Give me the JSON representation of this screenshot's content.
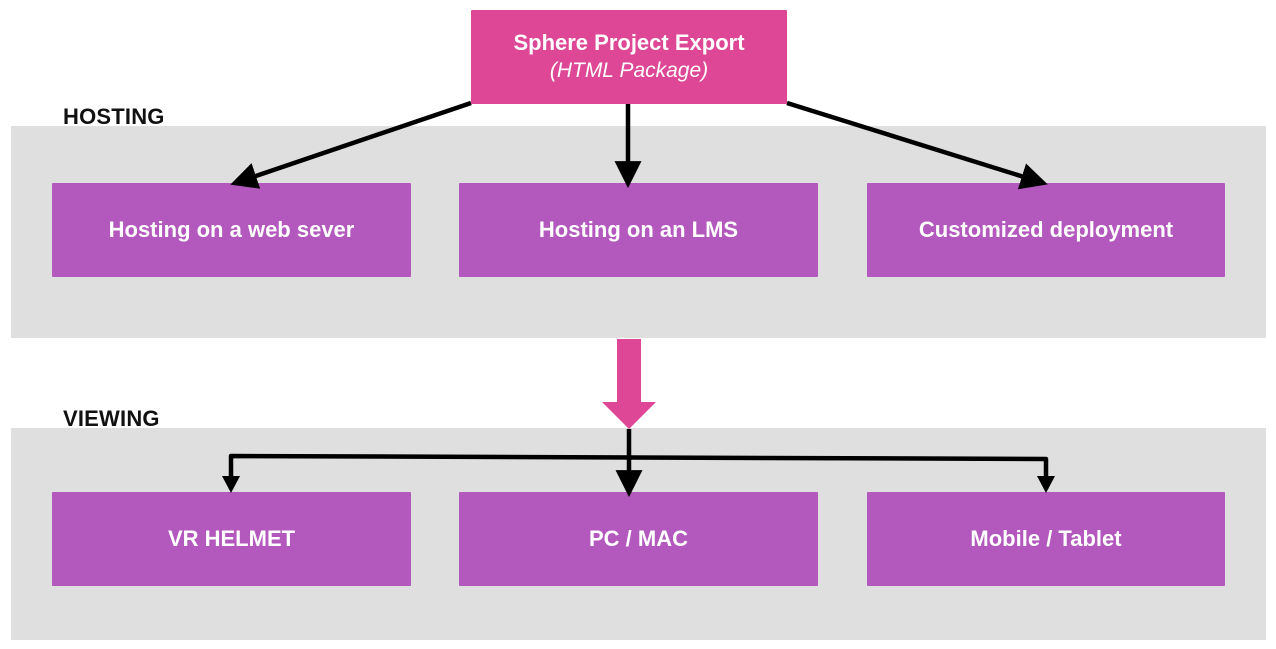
{
  "root": {
    "title": "Sphere Project Export",
    "subtitle": "(HTML Package)"
  },
  "hosting": {
    "label": "HOSTING",
    "options": [
      {
        "label": "Hosting on a web sever"
      },
      {
        "label": "Hosting on an LMS"
      },
      {
        "label": "Customized deployment"
      }
    ]
  },
  "viewing": {
    "label": "VIEWING",
    "options": [
      {
        "label": "VR HELMET"
      },
      {
        "label": "PC / MAC"
      },
      {
        "label": "Mobile / Tablet"
      }
    ]
  },
  "colors": {
    "root_box": "#dd4795",
    "option_box": "#b358bd",
    "panel": "#dfdfdf",
    "connector": "#000000",
    "transition_arrow": "#dd4795"
  }
}
